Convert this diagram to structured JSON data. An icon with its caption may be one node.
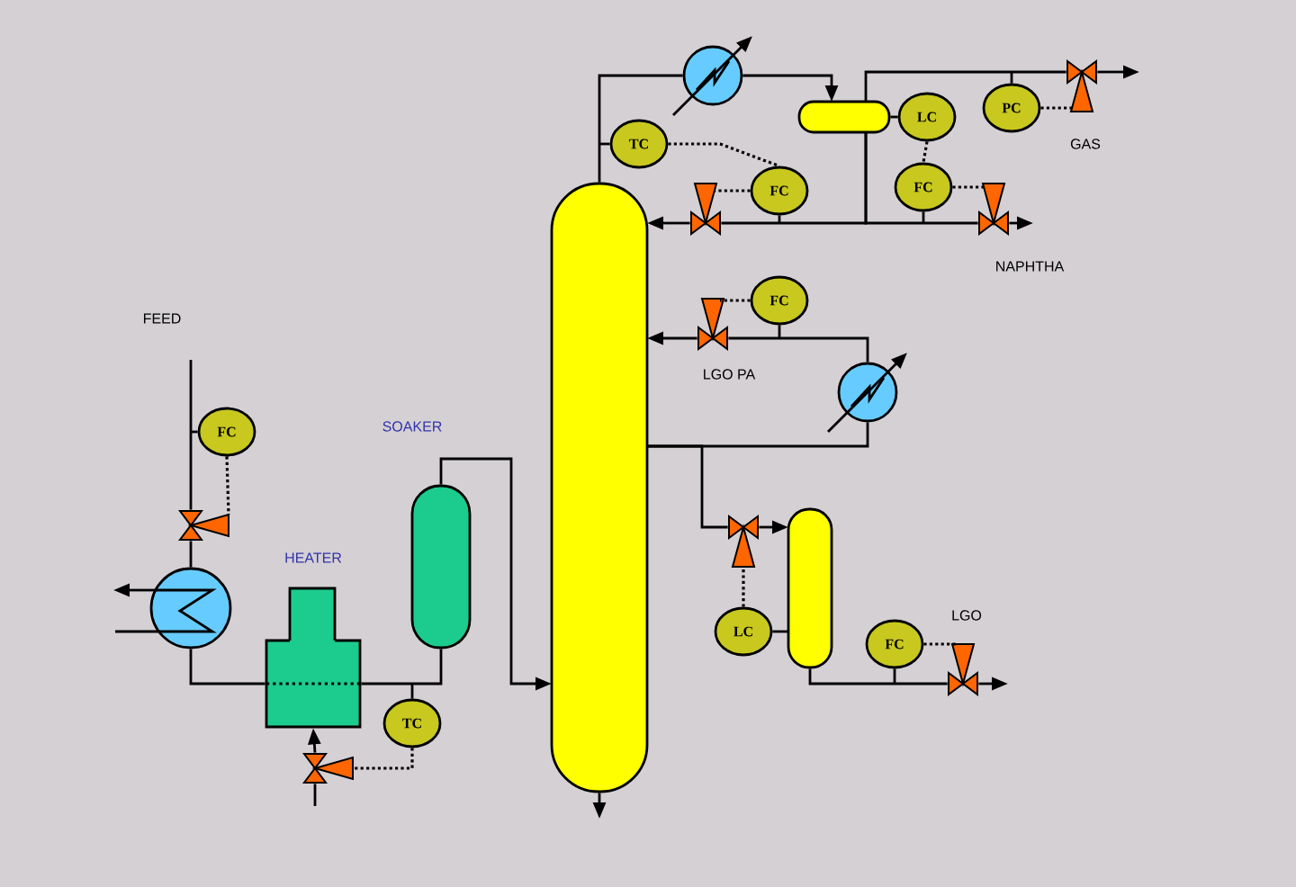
{
  "diagram": {
    "nodes": [
      {
        "text": [
          "FC"
        ]
      },
      {
        "text": [
          "TC"
        ]
      },
      {
        "text": [
          "TC"
        ]
      },
      {
        "text": [
          "FC"
        ]
      },
      {
        "text": [
          "LC"
        ]
      },
      {
        "text": [
          "PC"
        ]
      },
      {
        "text": [
          "FC"
        ]
      },
      {
        "text": [
          "FC"
        ]
      },
      {
        "text": [
          "LC"
        ]
      },
      {
        "text": [
          "FC"
        ]
      },
      {
        "text": [],
        "shape": "circle"
      },
      {
        "text": [],
        "shape": "furnace",
        "beside": [
          "HEATER"
        ]
      },
      {
        "text": [],
        "shape": "cylinder",
        "beside": [
          "SOAKER"
        ]
      },
      {
        "text": [],
        "shape": "cylinder"
      },
      {
        "text": [],
        "shape": "circle"
      },
      {
        "text": [],
        "shape": "cylinder"
      },
      {
        "text": [],
        "shape": "circle"
      },
      {
        "text": [],
        "shape": "cylinder"
      },
      {
        "text": [],
        "shape": "valve"
      },
      {
        "text": [],
        "shape": "valve"
      },
      {
        "text": [],
        "shape": "valve"
      },
      {
        "text": [],
        "shape": "valve"
      },
      {
        "text": [],
        "shape": "valve"
      },
      {
        "text": [],
        "shape": "valve"
      },
      {
        "text": [],
        "shape": "valve"
      },
      {
        "text": [],
        "shape": "valve"
      }
    ],
    "edges": [
      {
        "from": null,
        "to": 18,
        "arrow": "none"
      },
      {
        "from": 18,
        "to": 10,
        "arrow": "none"
      },
      {
        "from": 10,
        "to": 11,
        "arrow": "none"
      },
      {
        "from": 11,
        "to": 12,
        "arrow": "none"
      },
      {
        "from": 12,
        "to": 13,
        "arrow": "to"
      },
      {
        "from": null,
        "to": 19,
        "arrow": "none"
      },
      {
        "from": 19,
        "to": 11,
        "arrow": "to"
      },
      {
        "from": 10,
        "to": null,
        "arrow": "to"
      },
      {
        "from": null,
        "to": 10,
        "arrow": "none"
      },
      {
        "from": 13,
        "to": 14,
        "arrow": "none"
      },
      {
        "from": 14,
        "to": 15,
        "arrow": "to"
      },
      {
        "from": 15,
        "to": 22,
        "arrow": "none"
      },
      {
        "from": 22,
        "to": null,
        "arrow": "to"
      },
      {
        "from": 15,
        "to": 20,
        "arrow": "none"
      },
      {
        "from": 20,
        "to": 13,
        "arrow": "to"
      },
      {
        "from": 15,
        "to": 21,
        "arrow": "none"
      },
      {
        "from": 21,
        "to": null,
        "arrow": "to"
      },
      {
        "from": 13,
        "to": 16,
        "arrow": "none"
      },
      {
        "from": 16,
        "to": 23,
        "arrow": "none"
      },
      {
        "from": 23,
        "to": 13,
        "arrow": "to"
      },
      {
        "from": 13,
        "to": 24,
        "arrow": "none"
      },
      {
        "from": 24,
        "to": 17,
        "arrow": "to"
      },
      {
        "from": 17,
        "to": 25,
        "arrow": "none"
      },
      {
        "from": 25,
        "to": null,
        "arrow": "to"
      },
      {
        "from": 13,
        "to": null,
        "arrow": "to"
      },
      {
        "from": 0,
        "to": 18,
        "arrow": "none",
        "style": "dashed"
      },
      {
        "from": 1,
        "to": 19,
        "arrow": "none",
        "style": "dashed"
      },
      {
        "from": 2,
        "to": 3,
        "arrow": "none",
        "style": "dashed"
      },
      {
        "from": 3,
        "to": 20,
        "arrow": "none",
        "style": "dashed"
      },
      {
        "from": 4,
        "to": 6,
        "arrow": "none",
        "style": "dashed"
      },
      {
        "from": 6,
        "to": 21,
        "arrow": "none",
        "style": "dashed"
      },
      {
        "from": 5,
        "to": 22,
        "arrow": "none",
        "style": "dashed"
      },
      {
        "from": 7,
        "to": 23,
        "arrow": "none",
        "style": "dashed"
      },
      {
        "from": 8,
        "to": 24,
        "arrow": "none",
        "style": "dashed"
      },
      {
        "from": 9,
        "to": 25,
        "arrow": "none",
        "style": "dashed"
      },
      {
        "from": 4,
        "to": 15,
        "arrow": "none"
      },
      {
        "from": 8,
        "to": 17,
        "arrow": "none"
      },
      {
        "from": 0,
        "to": null,
        "arrow": "none"
      },
      {
        "from": 1,
        "to": null,
        "arrow": "none"
      },
      {
        "from": 2,
        "to": null,
        "arrow": "none"
      },
      {
        "from": 3,
        "to": null,
        "arrow": "none"
      },
      {
        "from": 5,
        "to": null,
        "arrow": "none"
      },
      {
        "from": 6,
        "to": null,
        "arrow": "none"
      },
      {
        "from": 7,
        "to": null,
        "arrow": "none"
      },
      {
        "from": 9,
        "to": null,
        "arrow": "none"
      }
    ],
    "labels": [
      "GAS",
      "NAPHTHA",
      "FEED",
      "LGO PA",
      "LGO"
    ]
  }
}
